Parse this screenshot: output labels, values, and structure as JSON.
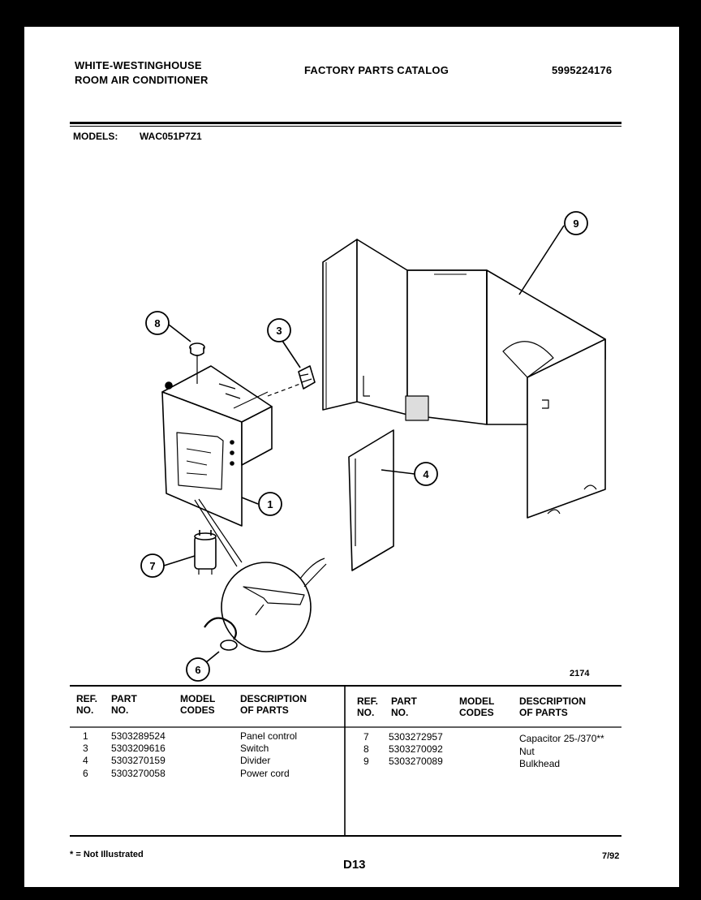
{
  "header": {
    "brand_line1": "WHITE-WESTINGHOUSE",
    "brand_line2": "ROOM AIR CONDITIONER",
    "catalog_title": "FACTORY PARTS CATALOG",
    "catalog_number": "5995224176"
  },
  "models": {
    "label": "MODELS:",
    "value": "WAC051P7Z1"
  },
  "diagram": {
    "figure_number": "2174",
    "callouts": [
      "9",
      "8",
      "3",
      "1",
      "4",
      "7",
      "6"
    ]
  },
  "table": {
    "headers": {
      "ref_no": [
        "REF.",
        "NO."
      ],
      "part_no": [
        "PART",
        "NO."
      ],
      "model_codes": [
        "MODEL",
        "CODES"
      ],
      "description": [
        "DESCRIPTION",
        "OF PARTS"
      ]
    },
    "left_rows": [
      {
        "ref": "1",
        "part": "5303289524",
        "codes": "",
        "desc": "Panel control"
      },
      {
        "ref": "3",
        "part": "5303209616",
        "codes": "",
        "desc": "Switch"
      },
      {
        "ref": "4",
        "part": "5303270159",
        "codes": "",
        "desc": "Divider"
      },
      {
        "ref": "6",
        "part": "5303270058",
        "codes": "",
        "desc": "Power cord"
      }
    ],
    "right_rows": [
      {
        "ref": "7",
        "part": "5303272957",
        "codes": "",
        "desc": "Capacitor 25-/370**"
      },
      {
        "ref": "8",
        "part": "5303270092",
        "codes": "",
        "desc": "Nut"
      },
      {
        "ref": "9",
        "part": "5303270089",
        "codes": "",
        "desc": "Bulkhead"
      }
    ]
  },
  "footer": {
    "note": "* = Not Illustrated",
    "page": "D13",
    "date": "7/92"
  }
}
